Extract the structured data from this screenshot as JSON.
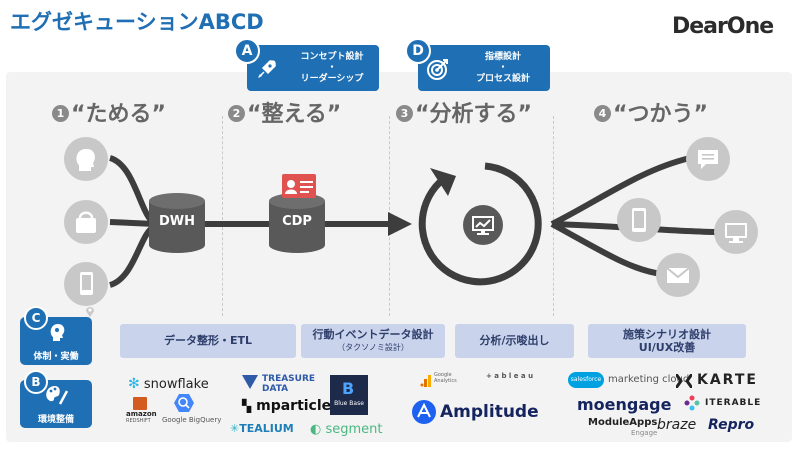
{
  "title": "エグゼキューションABCD",
  "logo": "DearOne",
  "badges": [
    {
      "letter": "A",
      "line1": "コンセプト設計",
      "dot": "・",
      "line2": "リーダーシップ"
    },
    {
      "letter": "D",
      "line1": "指標設計",
      "dot": "・",
      "line2": "プロセス設計"
    }
  ],
  "steps": [
    {
      "num": "1",
      "label": "“ためる”"
    },
    {
      "num": "2",
      "label": "“整える”"
    },
    {
      "num": "3",
      "label": "“分析する”"
    },
    {
      "num": "4",
      "label": "“つかう”"
    }
  ],
  "nodes": {
    "dwh": "DWH",
    "cdp": "CDP"
  },
  "pills": [
    {
      "text": "データ整形・ETL"
    },
    {
      "text": "行動イベントデータ設計",
      "sub": "（タクソノミ設計）"
    },
    {
      "text": "分析/示唆出し"
    },
    {
      "text": "施策シナリオ設計",
      "sub": "UI/UX改善"
    }
  ],
  "side": [
    {
      "letter": "C",
      "label": "体制・実働"
    },
    {
      "letter": "B",
      "label": "環境整備"
    }
  ],
  "vendors": {
    "snowflake": "snowflake",
    "amazon": "amazon",
    "redshift": "REDSHIFT",
    "bigquery": "Google BigQuery",
    "treasure1": "TREASURE",
    "treasure2": "DATA",
    "mparticle": "mparticle",
    "bluebase": "Blue Base",
    "tealium": "TEALIUM",
    "segment": "segment",
    "google_analytics_1": "Google",
    "google_analytics_2": "Analytics",
    "tableau": "+ a b l e a u",
    "amplitude": "Amplitude",
    "salesforce": "salesforce",
    "marketing_cloud": "marketing cloud",
    "karte": "KARTE",
    "moengage": "moengage",
    "iterable": "ITERABLE",
    "moduleapps": "ModuleApps",
    "engage": "Engage",
    "braze": "braze",
    "repro": "Repro"
  },
  "colors": {
    "accent": "#1f6fb4",
    "arrow": "#3d3d3d",
    "pill": "#c9d3ec"
  }
}
